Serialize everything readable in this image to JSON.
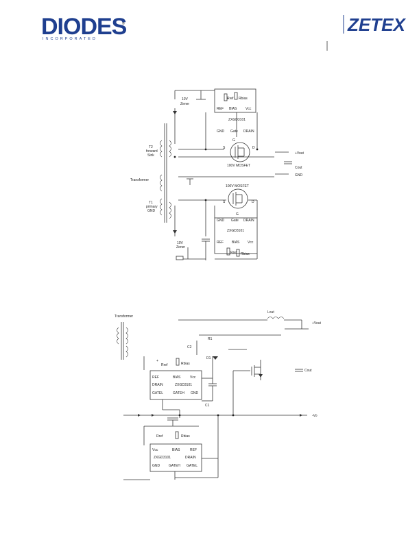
{
  "header": {
    "logo_left": "DIODES",
    "logo_left_sub": "INCORPORATED",
    "logo_right": "ZETEX"
  },
  "fig1": {
    "zener_top": [
      "10V",
      "Zener"
    ],
    "rbias_top": "Rbias",
    "rref_top": "Rref",
    "ic_top_pins_upper": [
      "REF",
      "BIAS",
      "Vcc"
    ],
    "ic_top_name": "ZXGD3101",
    "ic_top_pins_lower": [
      "GND",
      "Gate",
      "DRAIN"
    ],
    "g_label_top": "G",
    "s_label_top": "S",
    "d_label_top": "D",
    "mosfet_top": "100V MOSFET",
    "t2": [
      "T2",
      "forward",
      "Sink"
    ],
    "transformer": "Transformer",
    "t1": [
      "T1",
      "primary",
      "GND"
    ],
    "vout": "+Vout",
    "cout": "Cout",
    "gnd": "GND",
    "mosfet_bot": "100V MOSFET",
    "s_label_bot": "S",
    "d_label_bot": "D",
    "g_label_bot": "G",
    "ic_bot_pins_upper": [
      "GND",
      "Gate",
      "DRAIN"
    ],
    "ic_bot_name": "ZXGD3101",
    "ic_bot_pins_lower": [
      "REF",
      "BIAS",
      "Vcc"
    ],
    "zener_bot": [
      "10V",
      "Zener"
    ],
    "rref_bot": "Rref",
    "rbias_bot": "Rbias"
  },
  "fig2": {
    "transformer": "Transformer",
    "lout": "Lout",
    "vout": "+Vout",
    "c2": "C2",
    "r1": "R1",
    "d1": "D1",
    "rref1": "Rref",
    "rbias1": "Rbias",
    "cout": "Cout",
    "ic1_row1": [
      "REF",
      "BIAS",
      "Vcc"
    ],
    "ic1_row2": [
      "DRAIN",
      "ZXGD3101"
    ],
    "ic1_row3": [
      "GATEL",
      "GATEH",
      "GND"
    ],
    "c1": "C1",
    "gnd": "-Vo",
    "rref2": "Rref",
    "rbias2": "Rbias",
    "ic2_row1": [
      "Vcc",
      "BIAS",
      "REF"
    ],
    "ic2_row2": [
      "ZXGD3101",
      "DRAIN"
    ],
    "ic2_row3": [
      "GND",
      "GATEH",
      "GATEL"
    ]
  }
}
